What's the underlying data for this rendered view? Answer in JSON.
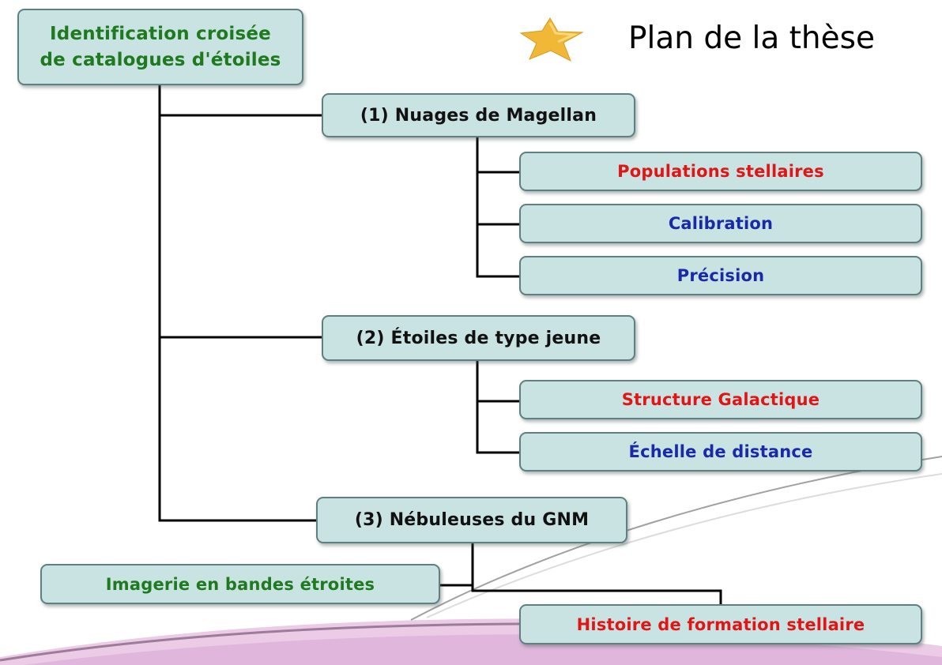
{
  "title": "Plan de la thèse",
  "colors": {
    "green": "#1f7a1f",
    "red": "#e01616",
    "blue": "#1a2aa6",
    "black": "#111111",
    "box_fill": "#c9e3e3",
    "box_border": "#5f7f80",
    "connector": "#000000",
    "swoosh": "#e7c2e2",
    "star": "#f0b836"
  },
  "icons": {
    "star": "star-icon"
  },
  "root": {
    "line1": "Identification croisée",
    "line2": "de catalogues d'étoiles"
  },
  "sections": [
    {
      "label": "(1)  Nuages de Magellan",
      "children": [
        "Populations stellaires",
        "Calibration",
        "Précision"
      ]
    },
    {
      "label": "(2)  Étoiles de type jeune",
      "children": [
        "Structure Galactique",
        "Échelle de distance"
      ]
    },
    {
      "label": "(3)  Nébuleuses du GNM",
      "children": [
        "Imagerie en bandes étroites",
        "Histoire de formation stellaire"
      ]
    }
  ]
}
